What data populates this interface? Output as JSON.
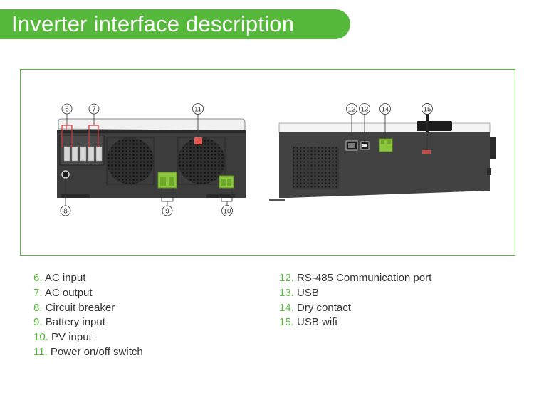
{
  "title": "Inverter interface description",
  "callouts": [
    "6",
    "7",
    "8",
    "9",
    "10",
    "11",
    "12",
    "13",
    "14",
    "15"
  ],
  "legend_left": [
    {
      "num": "6.",
      "text": "AC input"
    },
    {
      "num": "7.",
      "text": "AC output"
    },
    {
      "num": "8.",
      "text": "Circuit breaker"
    },
    {
      "num": "9.",
      "text": "Battery input"
    },
    {
      "num": "10.",
      "text": "PV input"
    },
    {
      "num": "11.",
      "text": "Power on/off switch"
    }
  ],
  "legend_right": [
    {
      "num": "12.",
      "text": "RS-485 Communication port"
    },
    {
      "num": "13.",
      "text": "USB"
    },
    {
      "num": "14.",
      "text": "Dry contact"
    },
    {
      "num": "15.",
      "text": "USB wifi"
    }
  ],
  "colors": {
    "accent": "#56b93c",
    "body": "#3a3a3a",
    "switch": "#e8574f"
  }
}
